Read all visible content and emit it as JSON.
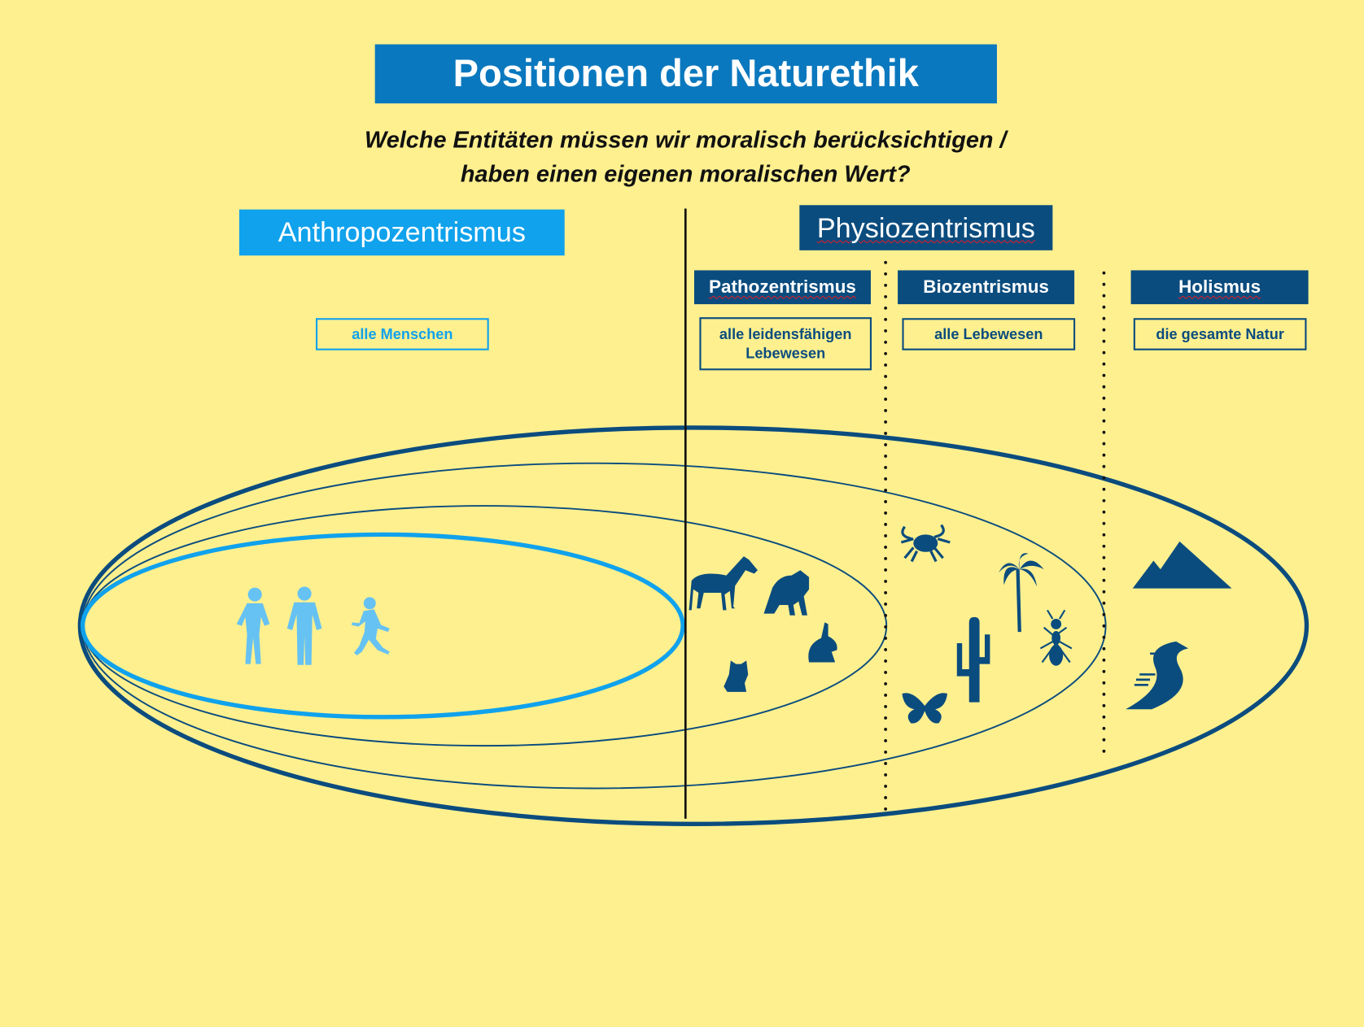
{
  "title": "Positionen der Naturethik",
  "question": [
    "Welche Entitäten müssen wir moralisch berücksichtigen /",
    "haben einen eigenen moralischen Wert?"
  ],
  "anthropocentrism": {
    "label": "Anthropozentrismus",
    "scope": "alle Menschen"
  },
  "physiocentrism": {
    "label": "Physiozentrismus",
    "positions": [
      {
        "label": "Pathozentrismus",
        "scope": [
          "alle leidensfähigen",
          "Lebewesen"
        ]
      },
      {
        "label": "Biozentrismus",
        "scope": [
          "alle Lebewesen"
        ]
      },
      {
        "label": "Holismus",
        "scope": [
          "die gesamte Natur"
        ]
      }
    ]
  },
  "colors": {
    "background": "#FEF08F",
    "title": "#0A78BE",
    "dark_blue": "#0B4C7E",
    "light_blue": "#10A2EC",
    "human_icons": "#66C2F2"
  },
  "icons": {
    "humans": [
      "woman-icon",
      "man-icon",
      "running-child-icon"
    ],
    "sentient": [
      "horse-icon",
      "gorilla-icon",
      "rabbit-icon",
      "owl-icon"
    ],
    "living": [
      "crab-icon",
      "palm-tree-icon",
      "cactus-icon",
      "ant-icon",
      "butterfly-icon"
    ],
    "nature": [
      "mountains-icon",
      "river-icon"
    ]
  }
}
